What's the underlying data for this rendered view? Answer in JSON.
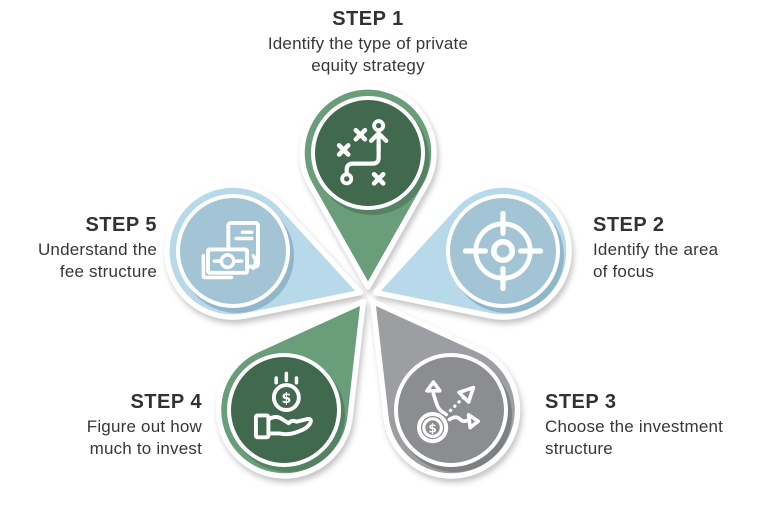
{
  "colors": {
    "background": "#ffffff",
    "white": "#ffffff",
    "icon_stroke": "#ffffff",
    "text": "#3a3637"
  },
  "steps": [
    {
      "label": "STEP 1",
      "description": [
        "Identify the type of private",
        "equity strategy"
      ],
      "icon": "strategy-icon",
      "petal_color": "#6a9d7a",
      "circle_color": "#41694d",
      "shadow_color": "#558263"
    },
    {
      "label": "STEP 2",
      "description": [
        "Identify the area",
        "of focus"
      ],
      "icon": "target-icon",
      "petal_color": "#b7d9e9",
      "circle_color": "#a3c4d4",
      "shadow_color": "#8fb6c9"
    },
    {
      "label": "STEP 3",
      "description": [
        "Choose the investment",
        "structure"
      ],
      "icon": "investment-arrows-icon",
      "petal_color": "#9c9ea1",
      "circle_color": "#8b8d90",
      "shadow_color": "#7d8083",
      "coin_symbol": "$"
    },
    {
      "label": "STEP 4",
      "description": [
        "Figure out how",
        "much to invest"
      ],
      "icon": "hand-coin-icon",
      "petal_color": "#6a9d7a",
      "circle_color": "#41694d",
      "shadow_color": "#558263",
      "coin_symbol": "$"
    },
    {
      "label": "STEP 5",
      "description": [
        "Understand the",
        "fee structure"
      ],
      "icon": "banknotes-icon",
      "petal_color": "#b7d9e9",
      "circle_color": "#a3c4d4",
      "shadow_color": "#8fb6c9"
    }
  ]
}
